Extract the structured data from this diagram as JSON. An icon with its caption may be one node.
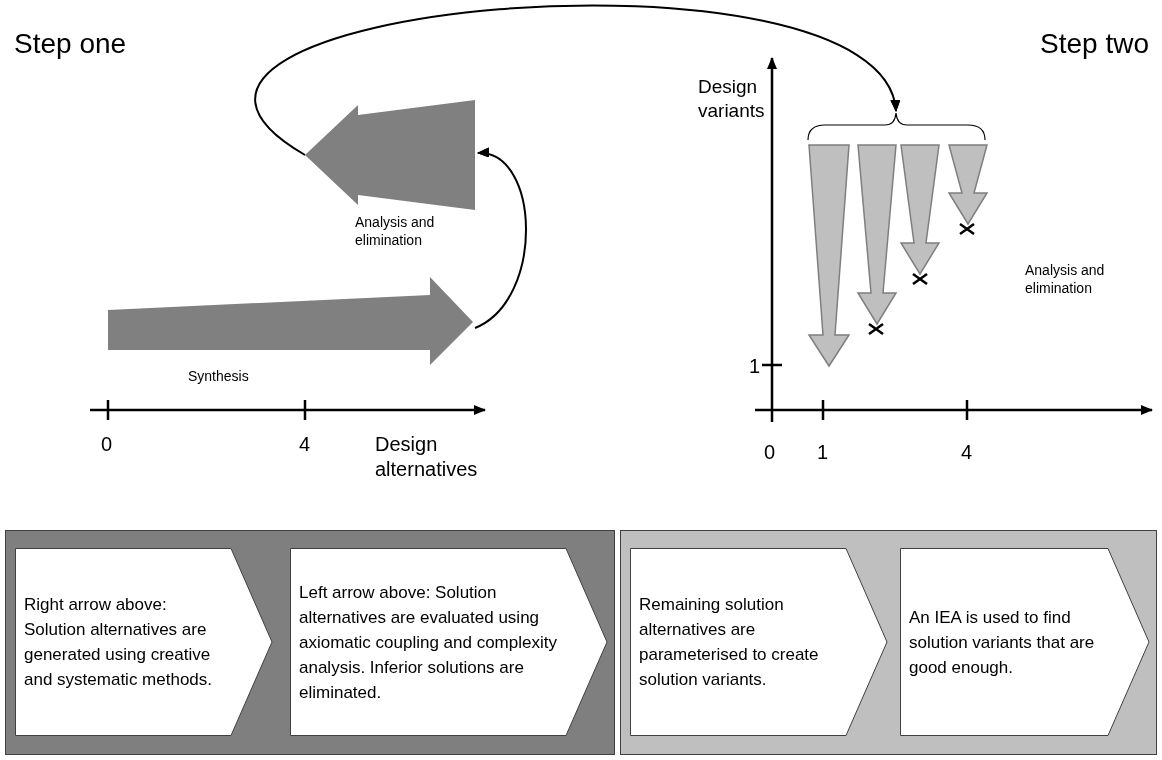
{
  "diagram": {
    "nodes": [
      {
        "text": [
          "Analysis and elimination"
        ]
      },
      {
        "text": [],
        "shape": "brace"
      },
      {
        "text": [],
        "shape": "arrow"
      },
      {
        "text": [],
        "shape": "arrow"
      },
      {
        "text": [],
        "shape": "arrow"
      },
      {
        "text": [],
        "shape": "arrow"
      },
      {
        "text": [
          "Synthesis"
        ]
      },
      {
        "text": [],
        "shape": "box"
      },
      {
        "text": [
          "Right arrow above: Solution alternatives are generated using creative and systematic methods."
        ],
        "in": 7
      },
      {
        "text": [
          "Left arrow above: Solution alternatives are evaluated using axiomatic coupling and complexity analysis. Inferior solutions are eliminated."
        ],
        "in": 7
      },
      {
        "text": [],
        "shape": "box"
      },
      {
        "text": [
          "Remaining solution alternatives are parameterised to create solution variants."
        ],
        "in": 10
      },
      {
        "text": [
          "An IEA is used to find solution variants that are good enough."
        ],
        "in": 10
      }
    ],
    "edges": [
      {
        "from": 6,
        "to": 0,
        "arrow": "to"
      },
      {
        "from": 0,
        "to": 1,
        "arrow": "to"
      }
    ],
    "labels": [
      "Step one",
      "Step two",
      "Design variants",
      "Analysis and elimination",
      "1",
      "0",
      "4",
      "Design alternatives",
      "0",
      "1",
      "4"
    ]
  }
}
